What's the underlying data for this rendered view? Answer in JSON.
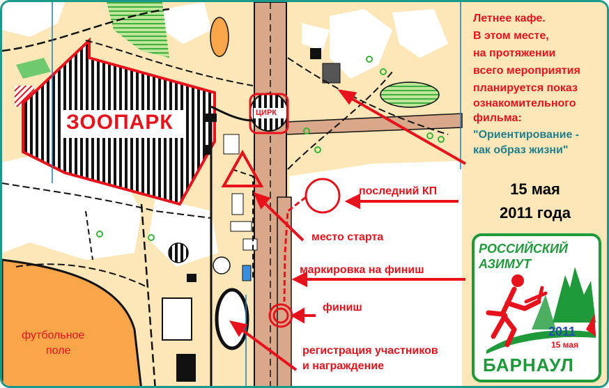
{
  "map": {
    "zoo_label": "ЗООПАРК",
    "circus_label": "ЦИРК",
    "field_label_1": "футбольное",
    "field_label_2": "поле"
  },
  "info": {
    "cafe_lines": [
      "Летнее кафе.",
      "В этом месте,",
      "на протяжении",
      "всего мероприятия",
      "планируется показ",
      "ознакомительного",
      "фильма:"
    ],
    "film_lines": [
      "\"Ориентирование -",
      "как образ жизни\""
    ],
    "date_line1": "15 мая",
    "date_line2": "2011 года"
  },
  "callouts": {
    "last_cp": "последний КП",
    "start": "место старта",
    "marking": "маркировка на финиш",
    "finish": "финиш",
    "registration_1": "регистрация участников",
    "registration_2": "и награждение"
  },
  "logo": {
    "line1": "РОССИЙСКИЙ",
    "line2": "АЗИМУТ",
    "year": "2011",
    "day": "15 мая",
    "city": "БАРНАУЛ"
  },
  "colors": {
    "accent_red": "#e8121c",
    "map_yellow": "#fde7b8",
    "field_orange": "#f9a64a",
    "logo_green": "#1f9a3a",
    "frame_teal": "#1a9a8a"
  }
}
